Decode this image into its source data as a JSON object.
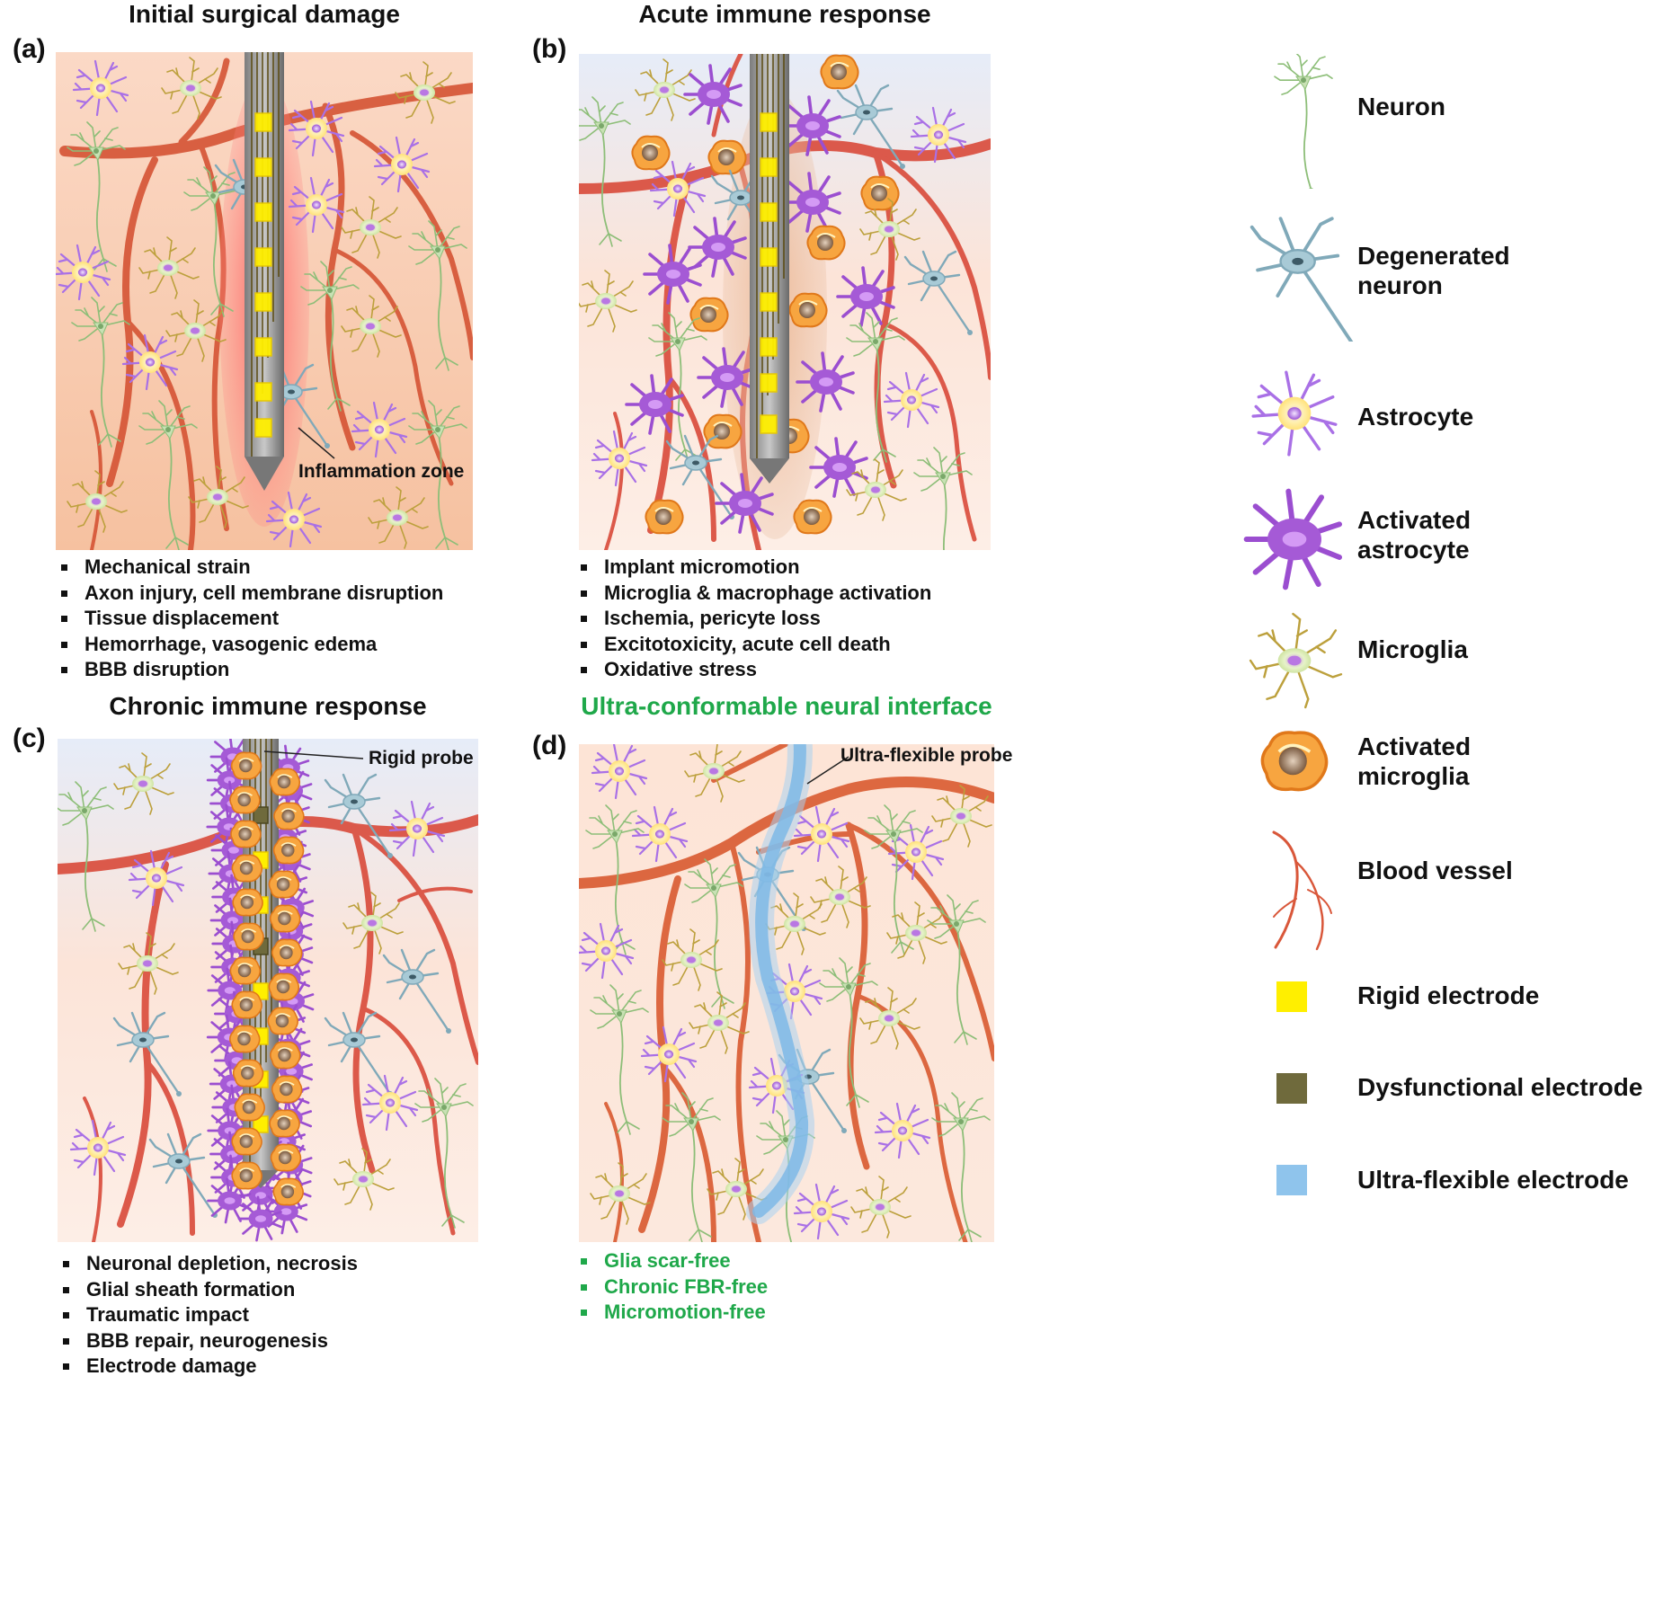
{
  "panels": {
    "a": {
      "label": "(a)",
      "title": "Initial surgical damage",
      "callout": "Inflammation zone",
      "bullets": [
        "Mechanical strain",
        "Axon injury, cell membrane disruption",
        "Tissue displacement",
        "Hemorrhage, vasogenic edema",
        "BBB disruption"
      ]
    },
    "b": {
      "label": "(b)",
      "title": "Acute immune response",
      "bullets": [
        "Implant micromotion",
        "Microglia & macrophage activation",
        "Ischemia, pericyte loss",
        "Excitotoxicity, acute cell death",
        "Oxidative stress"
      ]
    },
    "c": {
      "label": "(c)",
      "title": "Chronic immune response",
      "callout": "Rigid probe",
      "bullets": [
        "Neuronal depletion, necrosis",
        "Glial sheath formation",
        "Traumatic impact",
        "BBB repair, neurogenesis",
        "Electrode damage"
      ]
    },
    "d": {
      "label": "(d)",
      "title": "Ultra-conformable neural interface",
      "callout": "Ultra-flexible probe",
      "bullets": [
        "Glia scar-free",
        "Chronic FBR-free",
        "Micromotion-free"
      ]
    }
  },
  "legend": [
    {
      "icon": "neuron-icon",
      "label": "Neuron"
    },
    {
      "icon": "degenerated-neuron-icon",
      "label": "Degenerated\nneuron"
    },
    {
      "icon": "astrocyte-icon",
      "label": "Astrocyte"
    },
    {
      "icon": "activated-astrocyte-icon",
      "label": "Activated\nastrocyte"
    },
    {
      "icon": "microglia-icon",
      "label": "Microglia"
    },
    {
      "icon": "activated-microglia-icon",
      "label": "Activated\nmicroglia"
    },
    {
      "icon": "blood-vessel-icon",
      "label": "Blood vessel"
    },
    {
      "icon": "rigid-electrode-icon",
      "label": "Rigid electrode"
    },
    {
      "icon": "dysfunctional-electrode-icon",
      "label": "Dysfunctional electrode"
    },
    {
      "icon": "ultra-flexible-electrode-icon",
      "label": "Ultra-flexible electrode"
    }
  ],
  "colors": {
    "vessel": "#d9573a",
    "neuron": "#8cbf7a",
    "degenerated_neuron": "#7fa7b8",
    "astrocyte": "#a86ee0",
    "activated_astrocyte": "#9a4fc9",
    "microglia": "#b8a040",
    "activated_microglia": "#f08a1c",
    "rigid_electrode": "#ffef00",
    "dysfunctional_electrode": "#6f6a3c",
    "ultra_flexible": "#8fc4ec",
    "green_text": "#1fa84a"
  }
}
